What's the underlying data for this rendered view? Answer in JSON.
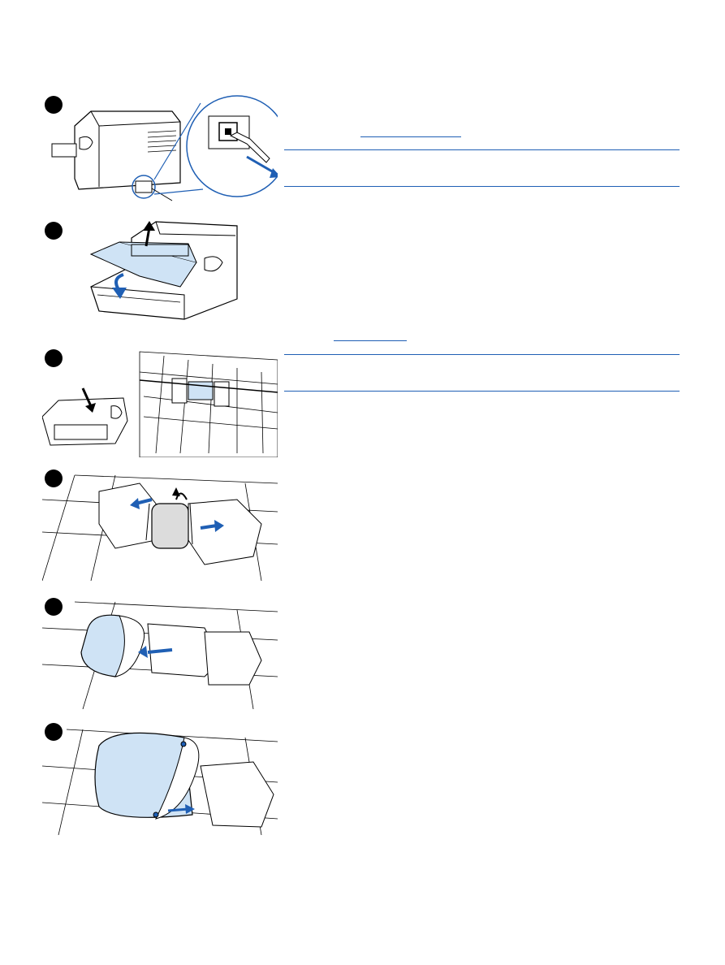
{
  "page": {
    "steps": [
      {
        "badge": "step-1-badge",
        "illustration": "unplug-power-cord-illustration"
      },
      {
        "badge": "step-2-badge",
        "illustration": "open-print-cartridge-door-illustration"
      },
      {
        "badge": "step-3-badge",
        "illustration": "locate-pickup-roller-illustration"
      },
      {
        "badge": "step-4-badge",
        "illustration": "release-tabs-rotate-roller-illustration"
      },
      {
        "badge": "step-5-badge",
        "illustration": "remove-pickup-roller-illustration"
      },
      {
        "badge": "step-6-badge",
        "illustration": "insert-new-pickup-roller-illustration"
      }
    ],
    "colors": {
      "accent": "#1f5fb4",
      "highlight": "#cfe3f5",
      "roller": "#dcdcdc",
      "linework": "#000000"
    }
  }
}
